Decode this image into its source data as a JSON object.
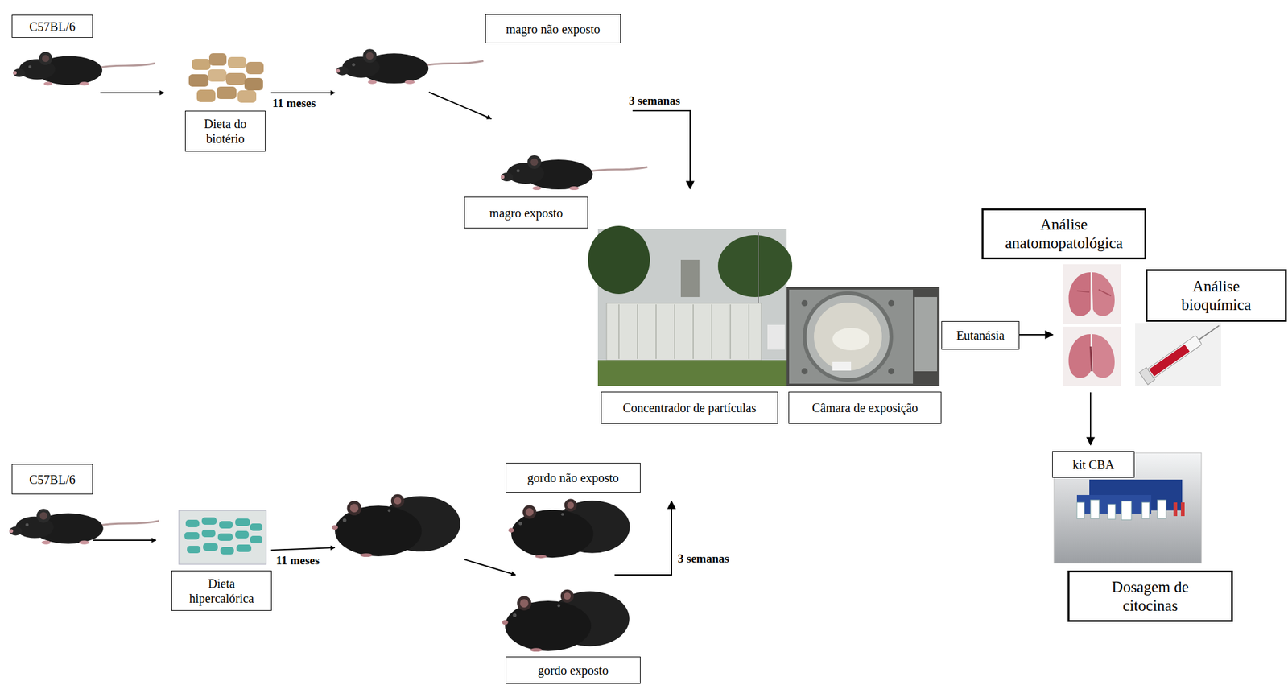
{
  "diagram": {
    "nodes": [
      {
        "text": [
          "C57BL/6"
        ]
      },
      {
        "text": [
          "Dieta do biotério"
        ]
      },
      {
        "text": [
          "magro não exposto"
        ]
      },
      {
        "text": [
          "magro exposto"
        ]
      },
      {
        "text": [
          "Concentrador de partículas"
        ]
      },
      {
        "text": [
          "Câmara de exposição"
        ]
      },
      {
        "text": [
          "Eutanásia"
        ]
      },
      {
        "text": [
          "Análise anatomopatológica"
        ]
      },
      {
        "text": [
          "Análise bioquímica"
        ]
      },
      {
        "text": [
          "kit CBA"
        ]
      },
      {
        "text": [
          "Dosagem de citocinas"
        ]
      },
      {
        "text": [
          "C57BL/6"
        ]
      },
      {
        "text": [
          "Dieta hipercalórica"
        ]
      },
      {
        "text": [
          "gordo não exposto"
        ]
      },
      {
        "text": [
          "gordo exposto"
        ]
      }
    ],
    "labels": [
      "11 meses",
      "3 semanas",
      "11 meses",
      "3 semanas"
    ]
  }
}
